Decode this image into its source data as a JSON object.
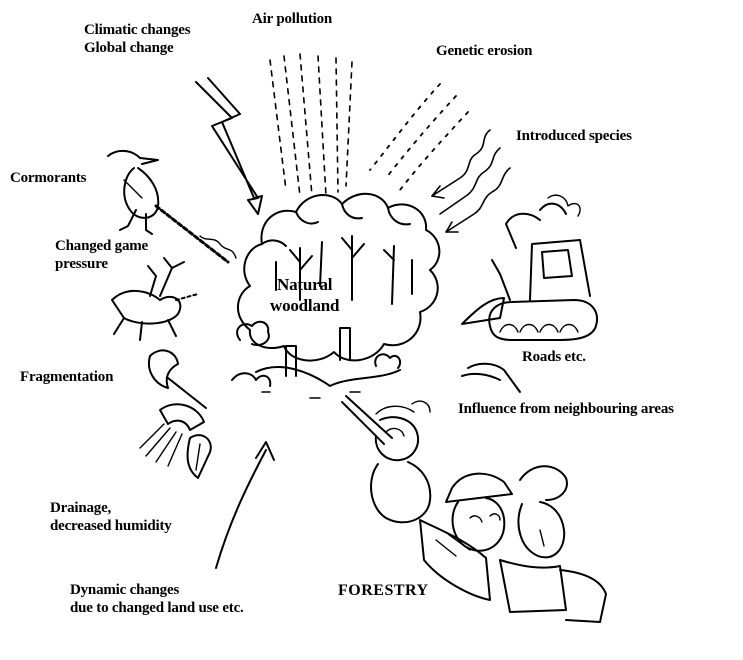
{
  "center": {
    "line1": "Natural",
    "line2": "woodland"
  },
  "labels": {
    "climatic_line1": "Climatic changes",
    "climatic_line2": "Global change",
    "air_pollution": "Air pollution",
    "genetic_erosion": "Genetic erosion",
    "introduced_species": "Introduced species",
    "cormorants": "Cormorants",
    "game_line1": "Changed game",
    "game_line2": "pressure",
    "fragmentation": "Fragmentation",
    "roads": "Roads etc.",
    "neighbouring": "Influence from neighbouring areas",
    "drainage_line1": "Drainage,",
    "drainage_line2": "decreased humidity",
    "dynamic_line1": "Dynamic changes",
    "dynamic_line2": "due to changed land use etc.",
    "forestry": "FORESTRY"
  }
}
